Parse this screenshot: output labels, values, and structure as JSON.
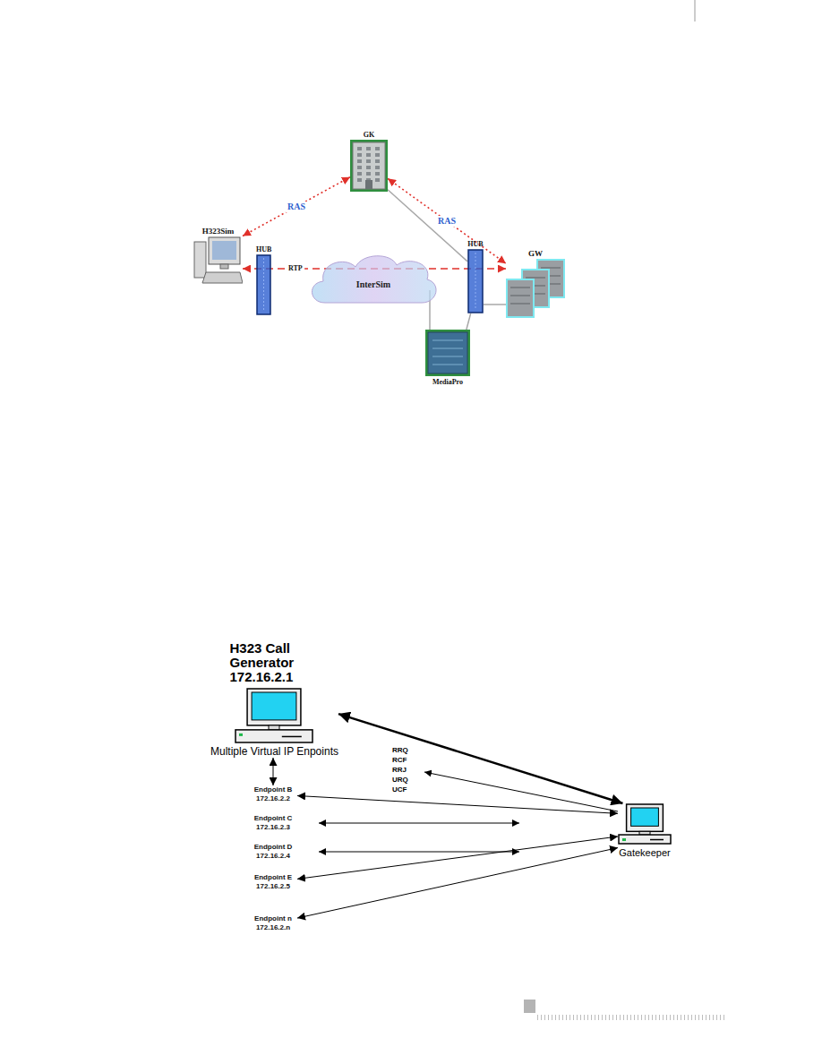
{
  "diagram": {
    "nodes": [
      {
        "text": [
          "GK"
        ]
      },
      {
        "text": [
          "H323Sim"
        ]
      },
      {
        "text": [
          "HUB"
        ]
      },
      {
        "text": [
          "InterSim"
        ]
      },
      {
        "text": [
          "HUB"
        ]
      },
      {
        "text": [
          "GW"
        ]
      },
      {
        "text": [
          "MediaPro"
        ]
      },
      {
        "text": [
          "H323 Call Generator 172.16.2.1",
          "Multiple Virtual IP Enpoints"
        ]
      },
      {
        "text": [
          "Endpoint B 172.16.2.2"
        ]
      },
      {
        "text": [
          "Endpoint C 172.16.2.3"
        ]
      },
      {
        "text": [
          "Endpoint D 172.16.2.4"
        ]
      },
      {
        "text": [
          "Endpoint E 172.16.2.5"
        ]
      },
      {
        "text": [
          "Endpoint n 172.16.2.n"
        ]
      },
      {
        "text": [
          "Gatekeeper"
        ]
      }
    ],
    "edges": [
      {
        "from": 0,
        "to": 1,
        "arrow": "both",
        "label": "RAS"
      },
      {
        "from": 0,
        "to": 5,
        "arrow": "both",
        "label": "RAS"
      },
      {
        "from": 1,
        "to": 5,
        "arrow": "both",
        "label": "RTP"
      },
      {
        "from": 0,
        "to": 4,
        "arrow": "none"
      },
      {
        "from": 4,
        "to": 6,
        "arrow": "none"
      },
      {
        "from": 4,
        "to": 5,
        "arrow": "none"
      },
      {
        "from": 3,
        "to": 6,
        "arrow": "none"
      },
      {
        "from": 7,
        "to": 13,
        "arrow": "both"
      },
      {
        "from": 7,
        "to": 8,
        "arrow": "both"
      },
      {
        "from": 13,
        "to": 8,
        "arrow": "both"
      },
      {
        "from": 13,
        "to": 11,
        "arrow": "both"
      },
      {
        "from": 13,
        "to": 12,
        "arrow": "both"
      }
    ],
    "labels": [
      "RRQ RCF RRJ URQ UCF"
    ]
  }
}
